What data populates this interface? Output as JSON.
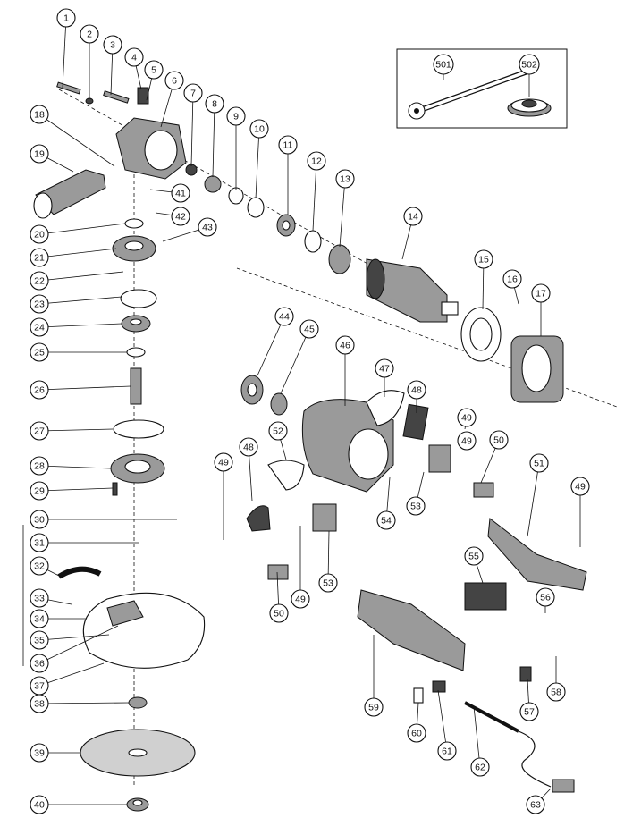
{
  "diagram": {
    "part_numbers": [
      "1",
      "2",
      "3",
      "4",
      "5",
      "6",
      "7",
      "8",
      "9",
      "10",
      "11",
      "12",
      "13",
      "14",
      "15",
      "16",
      "17",
      "18",
      "19",
      "20",
      "21",
      "22",
      "23",
      "24",
      "25",
      "26",
      "27",
      "28",
      "29",
      "30",
      "31",
      "32",
      "33",
      "34",
      "35",
      "36",
      "37",
      "38",
      "39",
      "40",
      "41",
      "42",
      "43",
      "44",
      "45",
      "46",
      "47",
      "48",
      "48",
      "49",
      "49",
      "49",
      "49",
      "49",
      "50",
      "50",
      "51",
      "52",
      "53",
      "53",
      "54",
      "55",
      "56",
      "57",
      "58",
      "59",
      "60",
      "61",
      "62",
      "63"
    ],
    "accessory_numbers": [
      "501",
      "502"
    ]
  }
}
